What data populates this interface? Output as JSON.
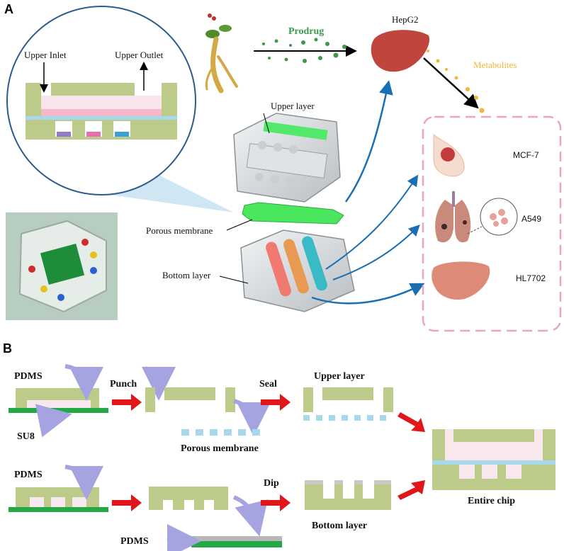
{
  "panel_a": {
    "letter": "A",
    "upper_inlet": "Upper Inlet",
    "upper_outlet": "Upper Outlet",
    "prodrug": "Prodrug",
    "hepg2": "HepG2",
    "metabolites": "Metabolites",
    "upper_layer": "Upper layer",
    "porous_membrane": "Porous membrane",
    "bottom_layer": "Bottom layer",
    "cells": [
      "MCF-7",
      "A549",
      "HL7702"
    ]
  },
  "panel_b": {
    "letter": "B",
    "pdms_top": "PDMS",
    "su8": "SU8",
    "punch": "Punch",
    "seal": "Seal",
    "upper_layer": "Upper layer",
    "porous_membrane": "Porous membrane",
    "pdms_mid": "PDMS",
    "dip": "Dip",
    "bottom_layer": "Bottom layer",
    "pdms_bottom": "PDMS",
    "entire_chip": "Entire chip"
  },
  "colors": {
    "pdms_green": "#bccb8a",
    "su8_green": "#22a845",
    "red_arrow": "#e0161b",
    "lavender_arrow": "#a6a4e0",
    "membrane_blue": "#a8d8ec",
    "chamber_pink": "#f8e8ee",
    "blue_arrow": "#1a6fb3",
    "prodrug_green": "#3a9a4a",
    "metabolite_gold": "#f0b73a",
    "dashed_pink": "#e8a6bf"
  }
}
